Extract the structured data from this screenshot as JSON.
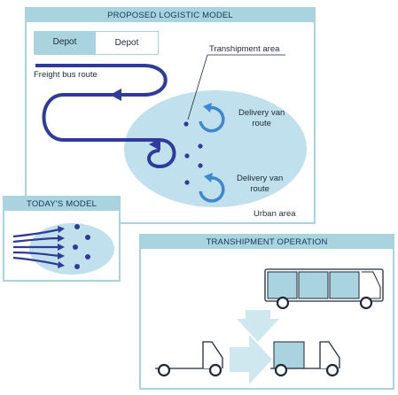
{
  "proposed": {
    "title": "PROPOSED LOGISTIC MODEL",
    "depot_filled": "Depot",
    "depot_outline": "Depot",
    "freight_bus_route": "Freight bus route",
    "transhipment_area": "Transhipment area",
    "delivery_van_route_1_line1": "Delivery van",
    "delivery_van_route_1_line2": "route",
    "delivery_van_route_2_line1": "Delivery van",
    "delivery_van_route_2_line2": "route",
    "urban_area": "Urban area"
  },
  "today": {
    "title": "TODAY'S MODEL"
  },
  "transhipment": {
    "title": "TRANSHIPMENT OPERATION"
  },
  "colors": {
    "panel_border": "#a9d3de",
    "panel_header": "#a9d3de",
    "area_fill": "#bfe0ec",
    "depot_fill": "#a9d3de",
    "route_dark": "#2f3a9a",
    "route_light": "#3f88cf",
    "dot": "#2f3a9a",
    "arrow_light": "#cfe8f0",
    "cargo_fill": "#a9d3de"
  },
  "icons": [
    "depot-box",
    "route-arrow",
    "loop-arrow-icon",
    "truck-icon",
    "trailer-icon",
    "transfer-arrow-icon"
  ]
}
